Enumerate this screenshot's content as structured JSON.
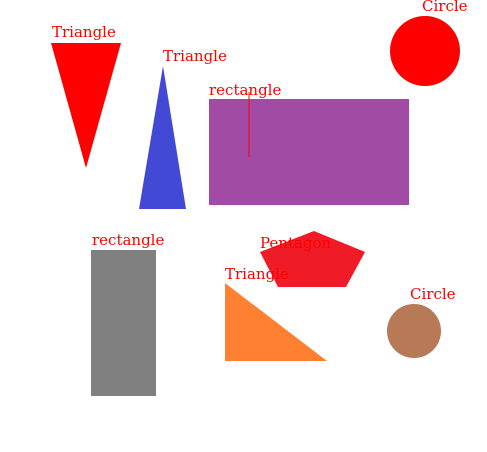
{
  "canvas": {
    "background": "#ffffff"
  },
  "label_color": "#ff0000",
  "shapes": [
    {
      "key": "red-triangle",
      "label": "Triangle",
      "fill": "#ff0000"
    },
    {
      "key": "blue-triangle",
      "label": "Triangle",
      "fill": "#4249d4"
    },
    {
      "key": "red-circle",
      "label": "Circle",
      "fill": "#ff0000"
    },
    {
      "key": "purple-rectangle",
      "label": "rectangle",
      "fill": "#a14ba5"
    },
    {
      "key": "gray-rectangle",
      "label": "rectangle",
      "fill": "#808080"
    },
    {
      "key": "red-pentagon",
      "label": "Pentagon",
      "fill": "#ef1c27"
    },
    {
      "key": "orange-triangle",
      "label": "Triangle",
      "fill": "#ff8030"
    },
    {
      "key": "brown-circle",
      "label": "Circle",
      "fill": "#b87a56"
    }
  ]
}
